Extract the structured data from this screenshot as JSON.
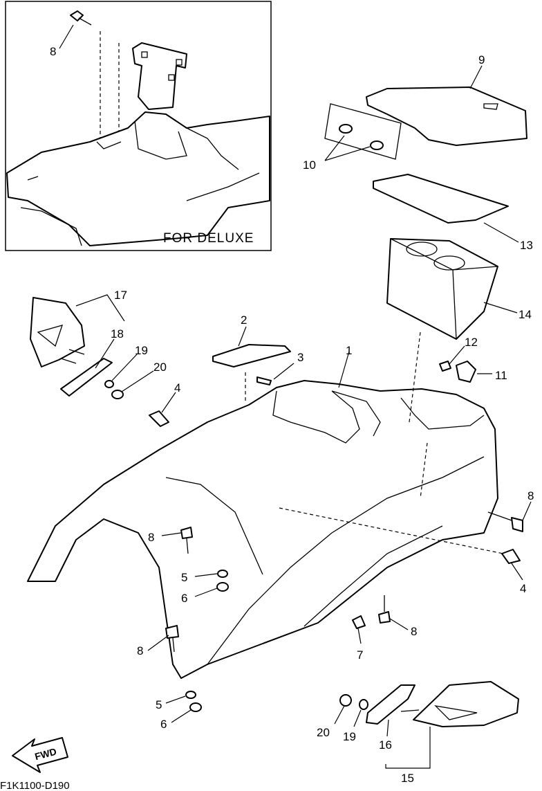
{
  "diagram": {
    "inset_label": "FOR DELUXE",
    "footer_code": "F1K1100-D190",
    "fwd_label": "FWD",
    "callouts": {
      "c1": "1",
      "c2": "2",
      "c3": "3",
      "c4a": "4",
      "c4b": "4",
      "c5a": "5",
      "c5b": "5",
      "c6a": "6",
      "c6b": "6",
      "c7": "7",
      "c8inset": "8",
      "c8a": "8",
      "c8b": "8",
      "c8c": "8",
      "c8d": "8",
      "c9": "9",
      "c10": "10",
      "c11": "11",
      "c12": "12",
      "c13": "13",
      "c14": "14",
      "c15": "15",
      "c16": "16",
      "c17": "17",
      "c18": "18",
      "c19a": "19",
      "c19b": "19",
      "c20a": "20",
      "c20b": "20"
    }
  }
}
